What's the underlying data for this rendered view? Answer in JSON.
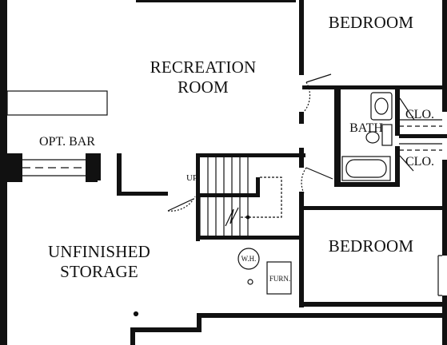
{
  "rooms": {
    "recreation_line1": "RECREATION",
    "recreation_line2": "ROOM",
    "bedroom_top": "BEDROOM",
    "bedroom_bottom": "BEDROOM",
    "opt_bar": "OPT. BAR",
    "bath": "BATH",
    "closet_top": "CLO.",
    "closet_bottom": "CLO.",
    "storage_line1": "UNFINISHED",
    "storage_line2": "STORAGE"
  },
  "fixtures": {
    "stair_up": "UP",
    "water_heater": "W.H.",
    "furnace": "FURN."
  }
}
